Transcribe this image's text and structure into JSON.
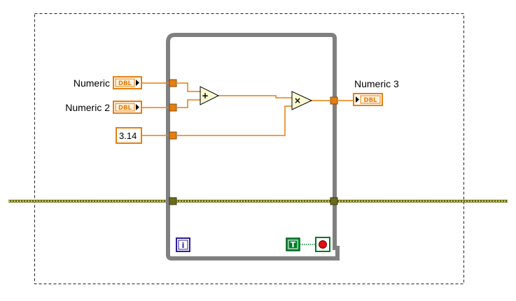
{
  "diagram": {
    "controls": [
      {
        "label": "Numeric",
        "type_tag": "DBL"
      },
      {
        "label": "Numeric 2",
        "type_tag": "DBL"
      }
    ],
    "constant": {
      "value": "3.14"
    },
    "indicator": {
      "label": "Numeric 3",
      "type_tag": "DBL"
    },
    "add_node": {
      "symbol": "+"
    },
    "multiply_node": {
      "symbol": "×"
    },
    "iteration_terminal": {
      "symbol": "i"
    },
    "true_constant": {
      "symbol": "T"
    },
    "colors": {
      "orange": "#e57f0f",
      "loop_gray": "#7f7f7f",
      "node_fill": "#fdfbd2",
      "error_wire": "#c8c834",
      "iteration_blue": "#2d1f9b",
      "boolean_green": "#007a26",
      "stop_red": "#e01010"
    }
  }
}
